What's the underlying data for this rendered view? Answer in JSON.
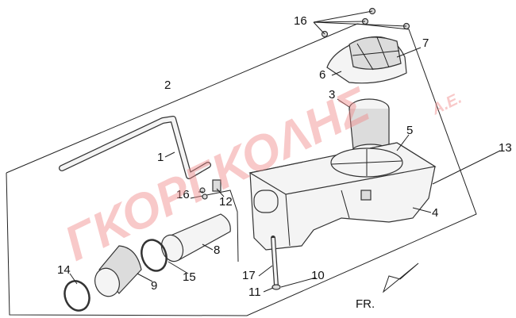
{
  "diagram": {
    "watermark": {
      "main": "ΓΚΟΡΓΚΟΛΗΣ",
      "suffix": "A.E."
    },
    "direction_label": "FR.",
    "callouts": [
      {
        "id": "16-top",
        "text": "16"
      },
      {
        "id": "7",
        "text": "7"
      },
      {
        "id": "6",
        "text": "6"
      },
      {
        "id": "2",
        "text": "2"
      },
      {
        "id": "3",
        "text": "3"
      },
      {
        "id": "5",
        "text": "5"
      },
      {
        "id": "13",
        "text": "13"
      },
      {
        "id": "1",
        "text": "1"
      },
      {
        "id": "16-side",
        "text": "16"
      },
      {
        "id": "12",
        "text": "12"
      },
      {
        "id": "4",
        "text": "4"
      },
      {
        "id": "8",
        "text": "8"
      },
      {
        "id": "15",
        "text": "15"
      },
      {
        "id": "14",
        "text": "14"
      },
      {
        "id": "9",
        "text": "9"
      },
      {
        "id": "17",
        "text": "17"
      },
      {
        "id": "10",
        "text": "10"
      },
      {
        "id": "11",
        "text": "11"
      }
    ]
  }
}
